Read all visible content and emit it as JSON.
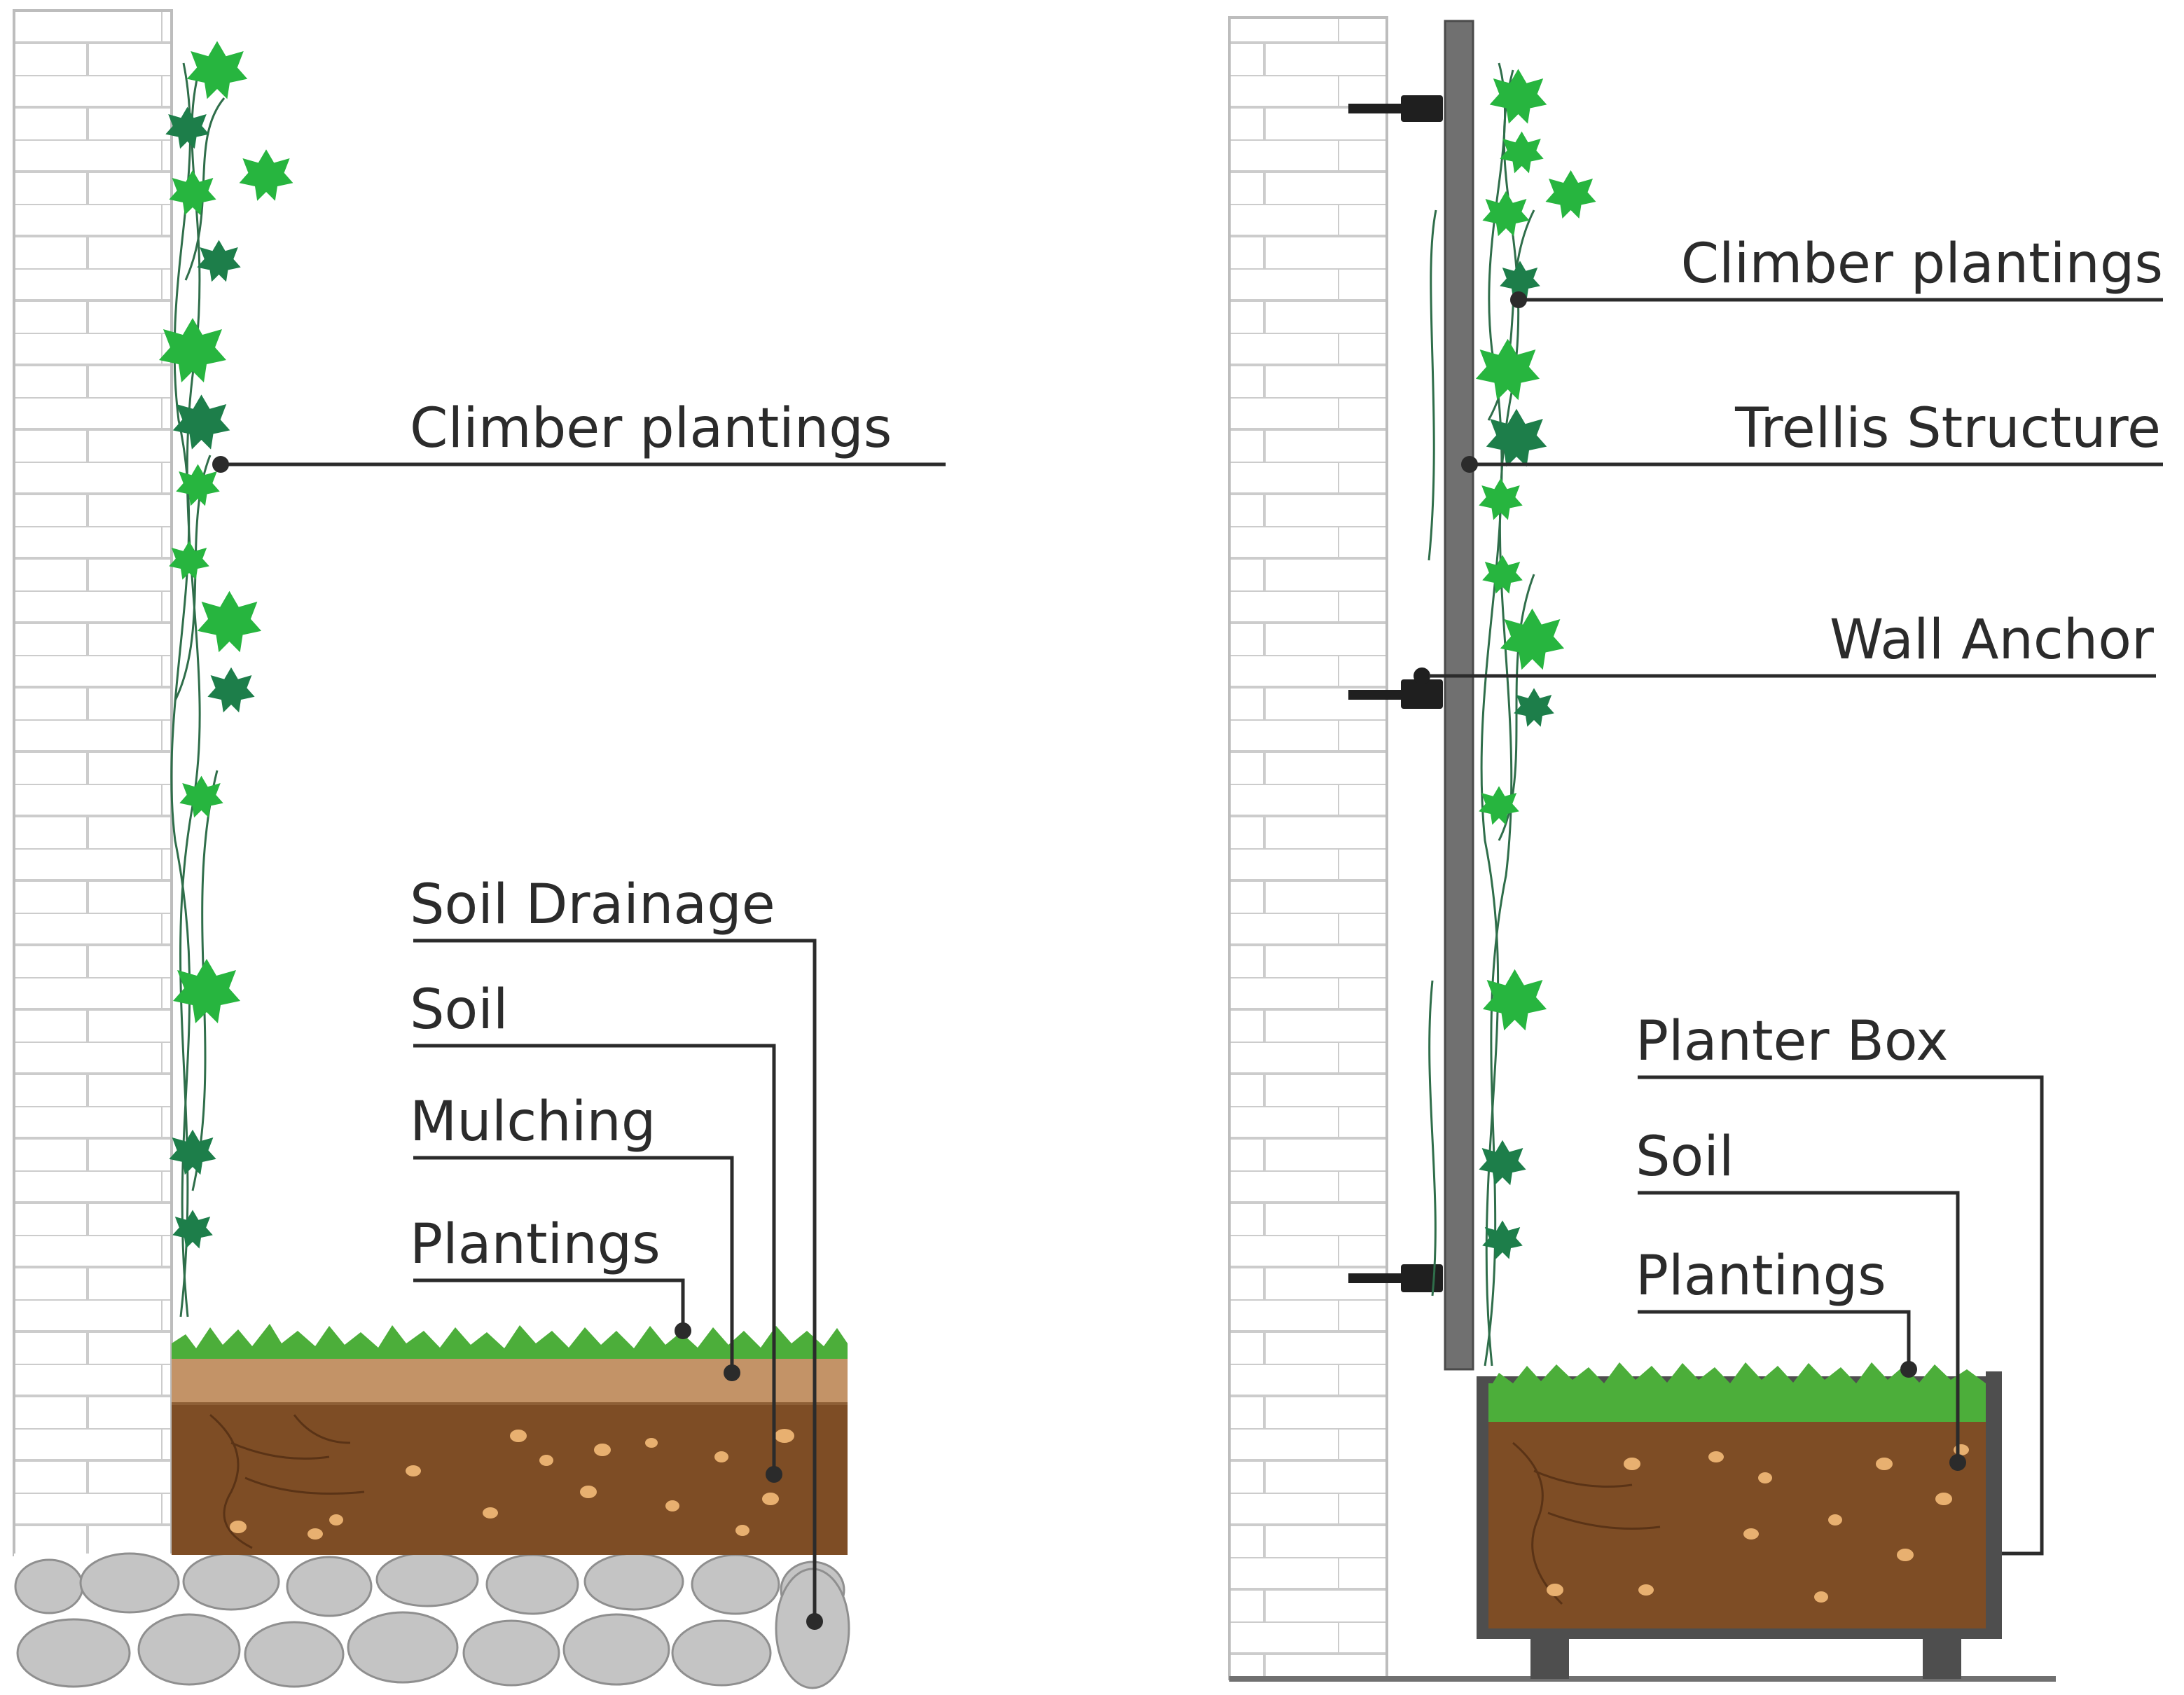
{
  "colors": {
    "leaf_light": "#27b53f",
    "leaf_dark": "#1d7e4a",
    "grass": "#4cae3a",
    "mulch": "#c39367",
    "soil": "#7e4d25",
    "stone": "#c4c4c4",
    "trellis": "#707070",
    "line": "#2b2b2b",
    "brick_line": "#cccccc"
  },
  "left_panel": {
    "labels": {
      "climber": "Climber plantings",
      "drainage": "Soil Drainage",
      "soil": "Soil",
      "mulching": "Mulching",
      "plantings": "Plantings"
    }
  },
  "right_panel": {
    "labels": {
      "climber": "Climber plantings",
      "trellis": "Trellis Structure",
      "anchor": "Wall Anchor",
      "planter": "Planter Box",
      "soil": "Soil",
      "plantings": "Plantings"
    }
  }
}
